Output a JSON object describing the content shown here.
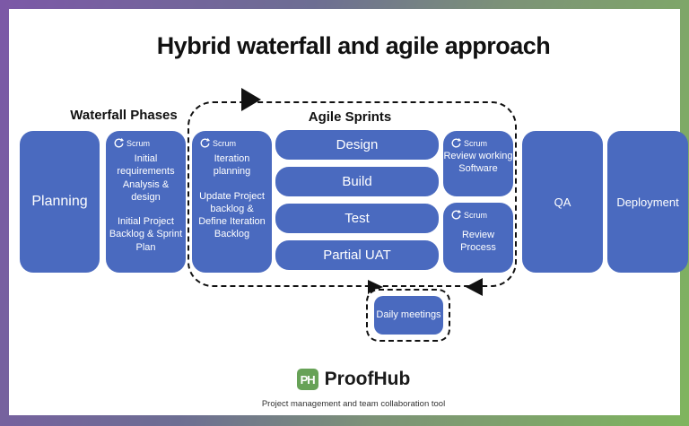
{
  "title": "Hybrid waterfall and agile approach",
  "section_labels": {
    "waterfall": "Waterfall Phases",
    "agile": "Agile Sprints"
  },
  "scrum_badge": "Scrum",
  "waterfall": {
    "planning": "Planning",
    "requirements_box": {
      "para1": "Initial requirements Analysis & design",
      "para2": "Initial Project Backlog & Sprint Plan"
    }
  },
  "agile": {
    "iteration_box": {
      "para1": "Iteration planning",
      "para2": "Update Project backlog & Define Iteration Backlog"
    },
    "sprint_steps": [
      "Design",
      "Build",
      "Test",
      "Partial UAT"
    ],
    "review_software": "Review working Software",
    "review_process": "Review Process",
    "daily_meetings": "Daily meetings"
  },
  "right_phases": {
    "qa": "QA",
    "deployment": "Deployment"
  },
  "footer": {
    "logo_monogram": "PH",
    "brand": "ProofHub",
    "tagline": "Project management and team collaboration tool"
  },
  "colors": {
    "box_blue": "#4a6abf",
    "logo_green": "#67a257",
    "frame_purple": "#7c58a7",
    "frame_green": "#7fb55e",
    "arrow_black": "#111111"
  }
}
